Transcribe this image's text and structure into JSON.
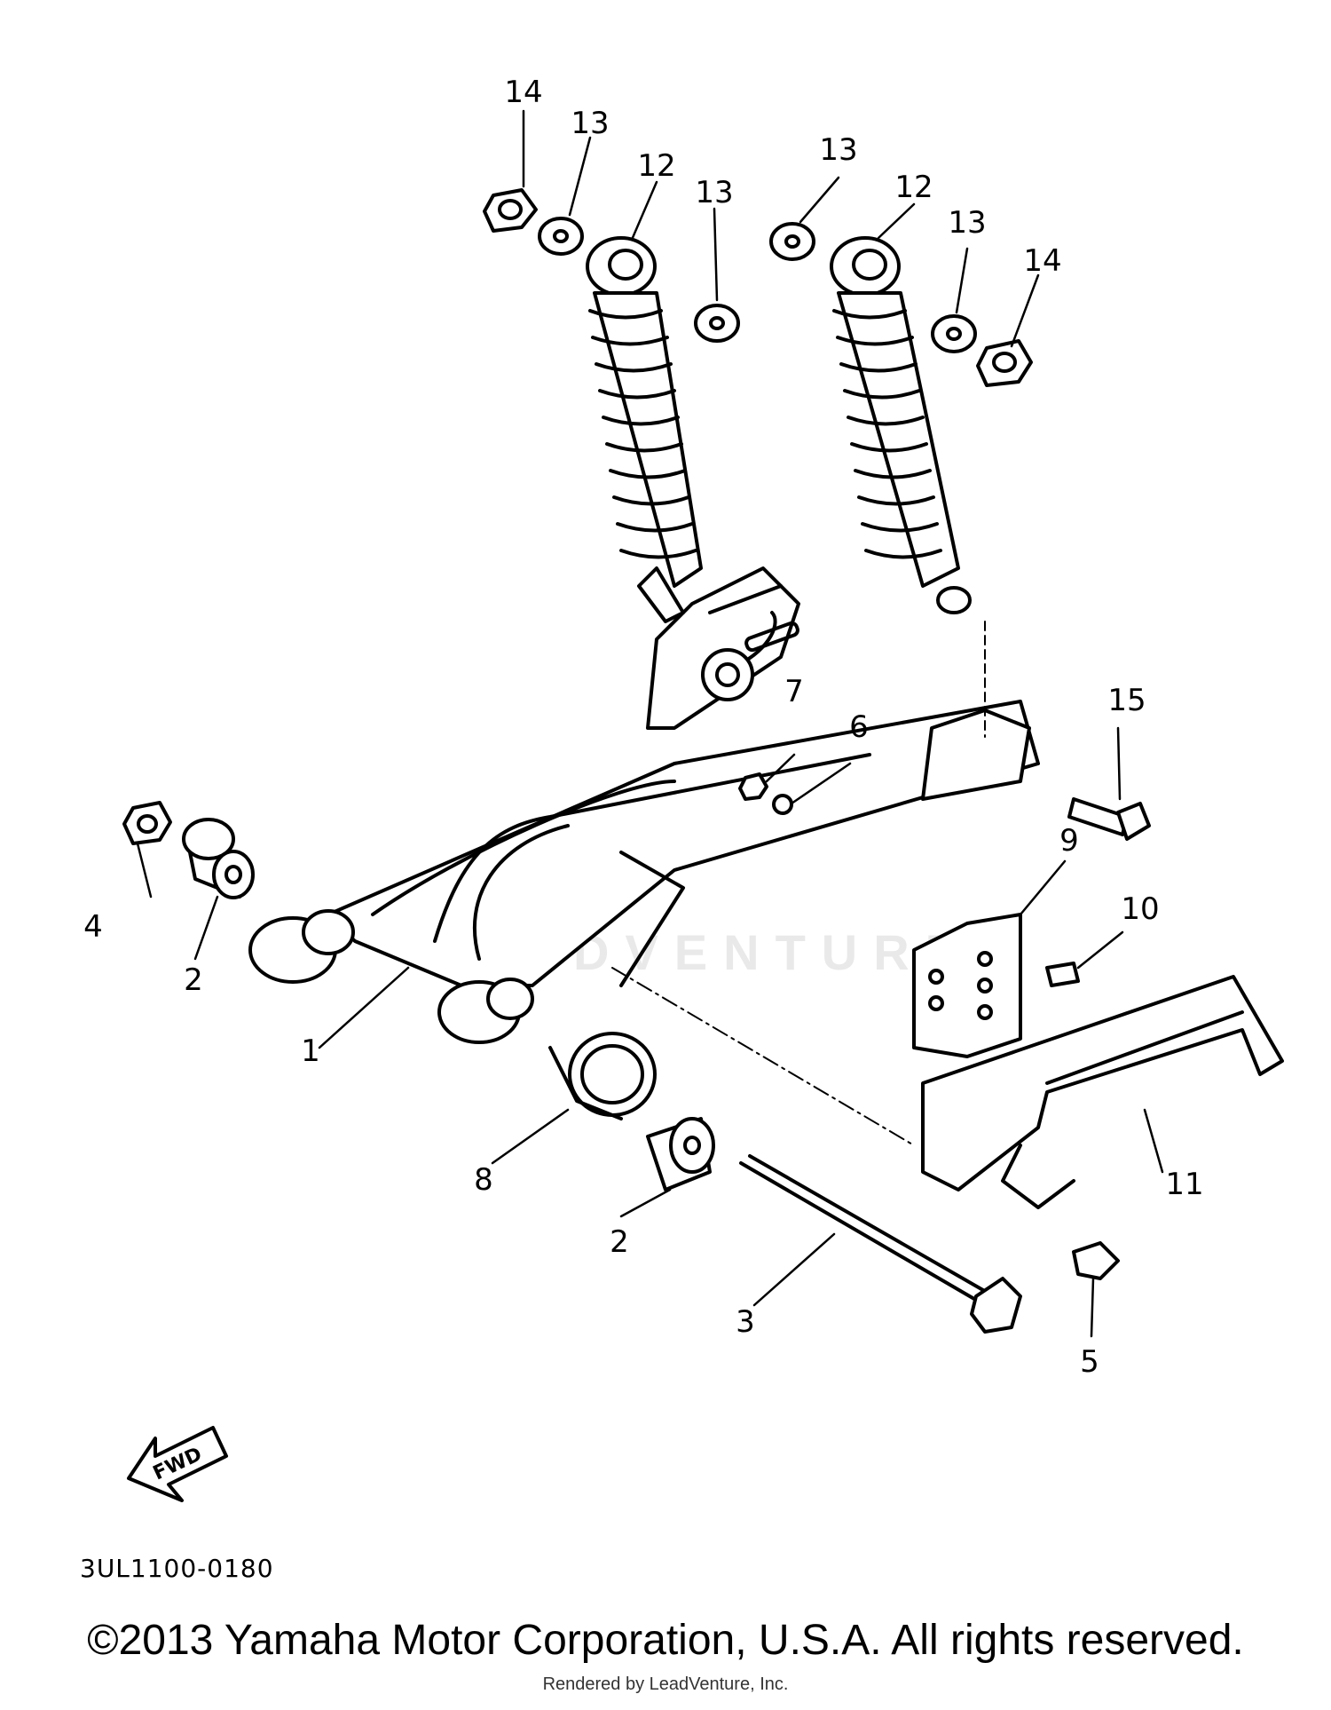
{
  "diagram": {
    "callouts": [
      "1",
      "2",
      "2",
      "3",
      "4",
      "5",
      "6",
      "7",
      "8",
      "9",
      "10",
      "11",
      "12",
      "12",
      "13",
      "13",
      "13",
      "13",
      "14",
      "14",
      "15"
    ],
    "fwd_label": "FWD",
    "diagram_code": "3UL1100-0180",
    "watermark": "LEADVENTURE"
  },
  "footer": {
    "copyright": "©2013 Yamaha Motor Corporation, U.S.A. All rights reserved.",
    "rendered_by": "Rendered by LeadVenture, Inc."
  }
}
